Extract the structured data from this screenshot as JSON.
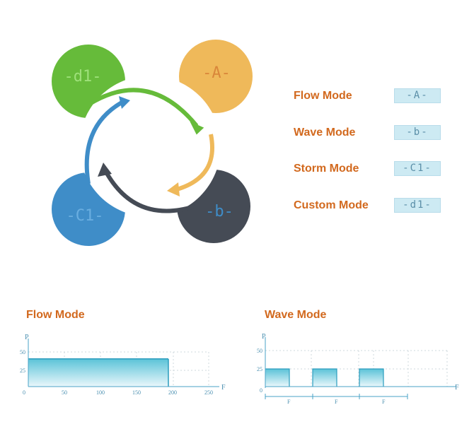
{
  "cycle": {
    "nodes": [
      {
        "code": "-d1-",
        "color": "#66bb3a"
      },
      {
        "code": "-A-",
        "color": "#efb95a"
      },
      {
        "code": "-b-",
        "color": "#454b55"
      },
      {
        "code": "-C1-",
        "color": "#3f8dc8"
      }
    ]
  },
  "modes": [
    {
      "label": "Flow Mode",
      "code": "-A-"
    },
    {
      "label": "Wave Mode",
      "code": "-b-"
    },
    {
      "label": "Storm Mode",
      "code": "-C1-"
    },
    {
      "label": "Custom Mode",
      "code": "-d1-"
    }
  ],
  "flow_chart": {
    "title": "Flow Mode",
    "y_axis_label": "P",
    "x_axis_label": "F",
    "y_ticks": [
      "50",
      "25",
      "0"
    ],
    "x_ticks": [
      "50",
      "100",
      "150",
      "200",
      "250"
    ],
    "level": 40
  },
  "wave_chart": {
    "title": "Wave Mode",
    "y_axis_label": "P",
    "x_axis_label": "F",
    "y_ticks": [
      "50",
      "25",
      "0"
    ],
    "pulse_labels": [
      "F",
      "F",
      "F"
    ],
    "level": 25
  }
}
